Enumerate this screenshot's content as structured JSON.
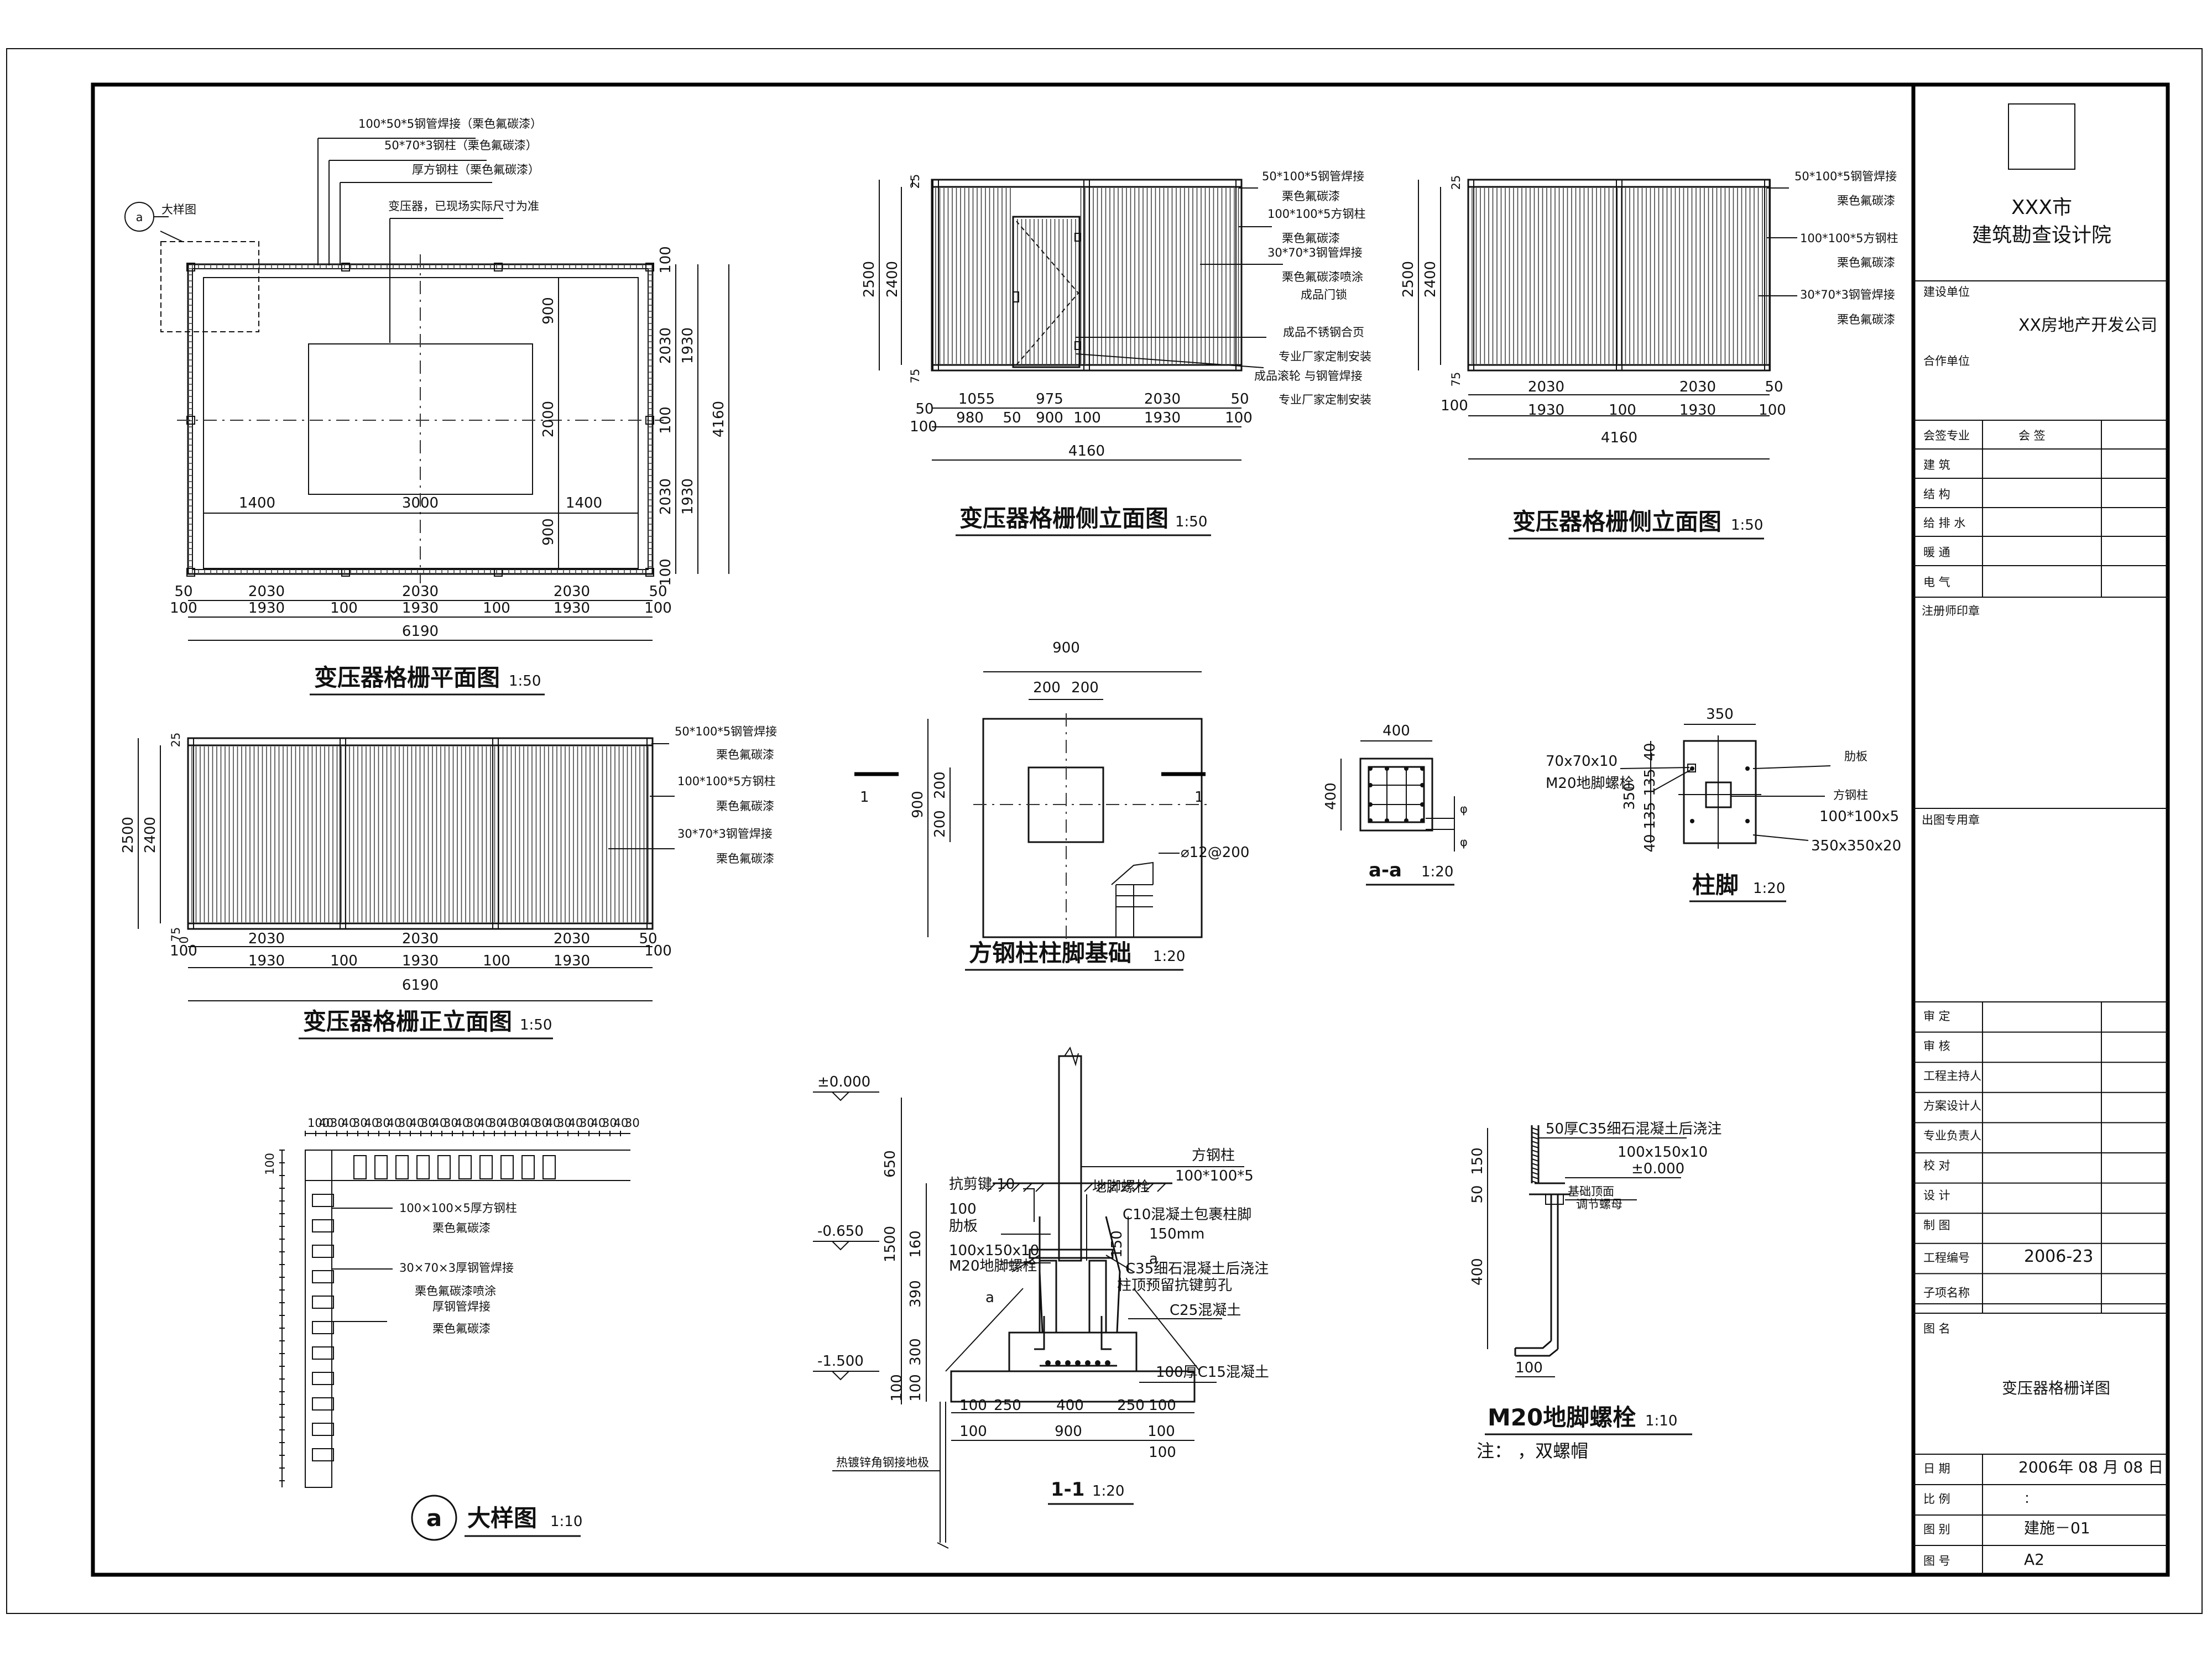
{
  "drawing": {
    "plan": {
      "title": "变压器格栅平面图",
      "scale": "1:50",
      "notes": [
        "100*50*5钢管焊接（栗色氟碳漆）",
        "50*70*3钢柱（栗色氟碳漆）",
        "厚方钢柱（栗色氟碳漆）",
        "变压器，已现场实际尺寸为准"
      ],
      "callout_label": "大样图",
      "callout_mark": "a",
      "dims_bottom_1": [
        "50",
        "2030",
        "2030",
        "2030",
        "50"
      ],
      "dims_bottom_2": [
        "100",
        "1930",
        "100",
        "1930",
        "100",
        "1930",
        "100"
      ],
      "dim_total": "6190",
      "dims_inner_h": [
        "1400",
        "3000",
        "1400"
      ],
      "dims_inner_v": [
        "900",
        "2000",
        "900"
      ],
      "dims_right_1": [
        "100",
        "2030",
        "100",
        "2030",
        "100"
      ],
      "dims_right_2": [
        "1930",
        "1930"
      ],
      "dim_right_total": "4160"
    },
    "side1": {
      "title": "变压器格栅侧立面图",
      "scale": "1:50",
      "notes": [
        "50*100*5钢管焊接",
        "栗色氟碳漆",
        "100*100*5方钢柱",
        "栗色氟碳漆",
        "30*70*3钢管焊接",
        "栗色氟碳漆喷涂",
        "成品门锁",
        "成品不锈钢合页",
        "专业厂家定制安装",
        "成品滚轮 与钢管焊接",
        "专业厂家定制安装"
      ],
      "dims_left": [
        "25",
        "2500",
        "2400",
        "75"
      ],
      "dims_b1": [
        "50",
        "1055",
        "975",
        "2030",
        "50"
      ],
      "dims_b2": [
        "100",
        "980",
        "50",
        "900",
        "100",
        "1930",
        "100"
      ],
      "dim_total": "4160"
    },
    "side2": {
      "title": "变压器格栅侧立面图",
      "scale": "1:50",
      "notes": [
        "50*100*5钢管焊接",
        "栗色氟碳漆",
        "100*100*5方钢柱",
        "栗色氟碳漆",
        "30*70*3钢管焊接",
        "栗色氟碳漆"
      ],
      "dims_left": [
        "25",
        "2500",
        "2400",
        "75"
      ],
      "dims_b1": [
        "2030",
        "2030",
        "50"
      ],
      "dims_b2": [
        "100",
        "1930",
        "100",
        "1930",
        "100"
      ],
      "dim_total": "4160"
    },
    "front": {
      "title": "变压器格栅正立面图",
      "scale": "1:50",
      "notes": [
        "50*100*5钢管焊接",
        "栗色氟碳漆",
        "100*100*5方钢柱",
        "栗色氟碳漆",
        "30*70*3钢管焊接",
        "栗色氟碳漆"
      ],
      "dims_left": [
        "25",
        "2500",
        "2400",
        "75",
        "0"
      ],
      "dims_b1": [
        "2030",
        "2030",
        "2030",
        "50"
      ],
      "dims_b2": [
        "100",
        "1930",
        "100",
        "1930",
        "100",
        "1930",
        "100"
      ],
      "dim_total": "6190"
    },
    "foundation": {
      "title": "方钢柱柱脚基础",
      "scale": "1:20",
      "dim_top": "900",
      "dims_top2": [
        "200",
        "200"
      ],
      "dims_left": [
        "900",
        "200",
        "200"
      ],
      "section_mark": "1",
      "rebar": "⌀12@200"
    },
    "section_aa": {
      "title": "a-a",
      "scale": "1:20",
      "dim_top": "400",
      "dim_left": "400",
      "phi": "φ"
    },
    "column_foot": {
      "title": "柱脚",
      "scale": "1:20",
      "dim_top": "350",
      "dims_left": [
        "40",
        "135",
        "135",
        "40"
      ],
      "dim_left_total": "350",
      "labels": [
        "70x70x10",
        "M20地脚螺栓",
        "肋板",
        "方钢柱",
        "100*100x5",
        "350x350x20"
      ]
    },
    "detail": {
      "title": "大样图",
      "scale": "1:10",
      "mark": "a",
      "dims_top": [
        "100",
        "40",
        "30",
        "40",
        "30",
        "40",
        "30",
        "40",
        "30",
        "40",
        "30",
        "40",
        "30",
        "40",
        "30",
        "40",
        "30",
        "40",
        "30",
        "40",
        "30",
        "40",
        "30",
        "40",
        "30",
        "40",
        "30",
        "40",
        "30"
      ],
      "dim_left_top": "100",
      "notes": [
        "100×100×5厚方钢柱",
        "栗色氟碳漆",
        "30×70×3厚钢管焊接",
        "栗色氟碳漆喷涂",
        "厚钢管焊接",
        "栗色氟碳漆"
      ]
    },
    "section11": {
      "title": "1-1",
      "scale": "1:20",
      "elevations": [
        "±0.000",
        "-0.650",
        "-1.500"
      ],
      "dims_left": [
        "650",
        "1500",
        "160",
        "390",
        "300",
        "100",
        "100"
      ],
      "labels_left": [
        "抗剪键  10",
        "100",
        "肋板",
        "100x150x10",
        "M20地脚螺栓",
        "a"
      ],
      "labels_right": [
        "方钢柱",
        "100*100*5",
        "地脚螺栓",
        "C10混凝土包裹柱脚",
        "150mm",
        "C35细石混凝土后浇注",
        "柱顶预留抗键剪孔",
        "C25混凝土",
        "100厚C15混凝土",
        "a"
      ],
      "dim_150": "150",
      "dims_bottom1": [
        "100",
        "250",
        "400",
        "250",
        "100"
      ],
      "dims_bottom2": [
        "100",
        "900",
        "100"
      ],
      "ground_note": "热镀锌角钢接地极",
      "dim_right_100": "100"
    },
    "bolt": {
      "title": "M20地脚螺栓",
      "scale": "1:10",
      "dims_left": [
        "150",
        "50",
        "400"
      ],
      "dim_bottom": "100",
      "labels": [
        "50厚C35细石混凝土后浇注",
        "100x150x10",
        "±0.000",
        "基础顶面",
        "调节螺母"
      ],
      "note": "注：        ，双螺帽"
    }
  },
  "titleblock": {
    "institute_1": "XXX市",
    "institute_2": "建筑勘查设计院",
    "owner_label": "建设单位",
    "owner": "XX房地产开发公司",
    "partner_label": "合作单位",
    "sign_header": [
      "会签专业",
      "会  签"
    ],
    "sign_rows": [
      "建    筑",
      "结    构",
      "给 排 水",
      "暖    通",
      "电    气"
    ],
    "reg_stamp_label": "注册师印章",
    "drawing_stamp_label": "出图专用章",
    "approval_rows": [
      "审    定",
      "审    核",
      "工程主持人",
      "方案设计人",
      "专业负责人",
      "校    对",
      "设    计",
      "制    图"
    ],
    "project_no_label": "工程编号",
    "project_no": "2006-23",
    "sub_item_label": "子项名称",
    "drawing_name_label": "图    名",
    "drawing_name": "变压器格栅详图",
    "date_label": "日    期",
    "date": "2006年 08 月 08 日",
    "scale_label": "比    例",
    "scale_value": "：",
    "category_label": "图    别",
    "category": "建施－01",
    "sheet_label": "图    号",
    "sheet": "A2"
  }
}
